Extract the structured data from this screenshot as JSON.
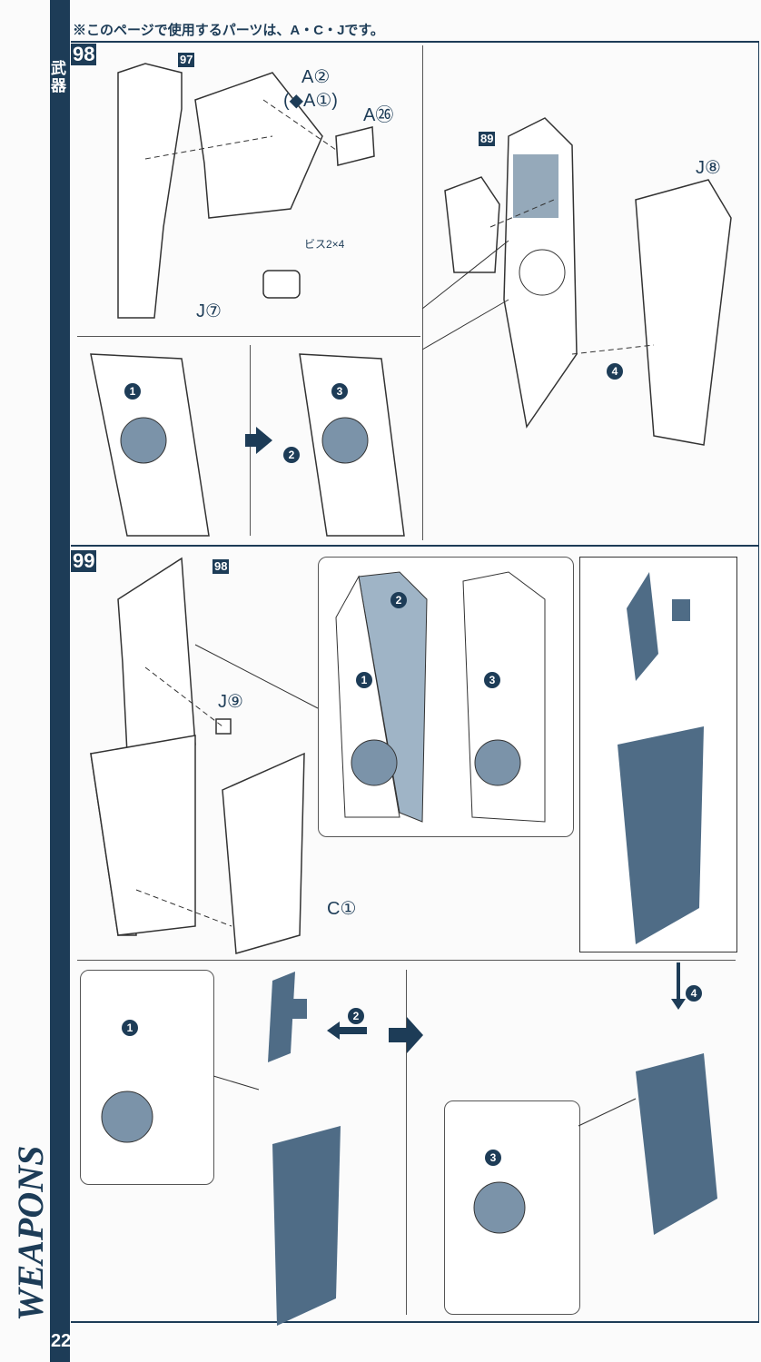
{
  "header": {
    "parts_note": "※このページで使用するパーツは、A・C・Jです。"
  },
  "sidebar": {
    "section_kanji": "武器",
    "section_title": "WEAPONS",
    "page_number": "22"
  },
  "step98": {
    "number": "98",
    "ref_part": "97",
    "labels": {
      "a2": "A②",
      "a1": "(◆A①)",
      "a26": "A㉖",
      "j7": "J⑦",
      "screw": "ビス2×4",
      "j8": "J⑧"
    },
    "ref_part2": "89",
    "callouts": [
      "1",
      "2",
      "3",
      "4"
    ]
  },
  "step99": {
    "number": "99",
    "ref_part": "98",
    "labels": {
      "j9": "J⑨",
      "c1": "C①"
    },
    "callouts": [
      "1",
      "2",
      "3",
      "4"
    ]
  },
  "colors": {
    "navy": "#1d3c57",
    "part_blue": "#4f6c86"
  }
}
